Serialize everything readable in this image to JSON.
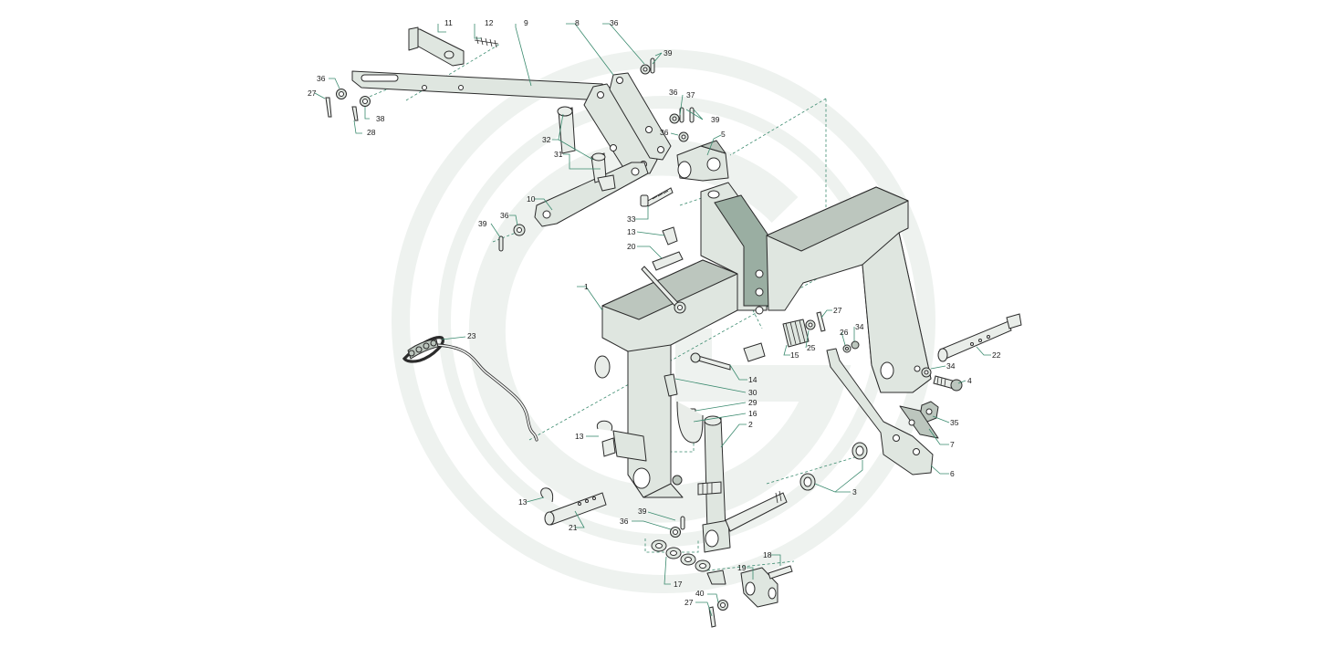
{
  "diagram": {
    "labels": [
      "1",
      "2",
      "3",
      "4",
      "5",
      "6",
      "7",
      "8",
      "9",
      "10",
      "11",
      "12",
      "13",
      "13",
      "13",
      "14",
      "15",
      "16",
      "17",
      "18",
      "19",
      "20",
      "21",
      "22",
      "23",
      "25",
      "26",
      "27",
      "27",
      "27",
      "28",
      "29",
      "30",
      "31",
      "32",
      "33",
      "34",
      "34",
      "35",
      "36",
      "36",
      "36",
      "36",
      "36",
      "36",
      "37",
      "38",
      "39",
      "39",
      "39",
      "39",
      "40"
    ],
    "colors": {
      "part_fill": "#dfe6e0",
      "part_shade": "#9aaea2",
      "outline": "#2b2b2b",
      "leader": "#3a8a6e",
      "watermark": "#eef2ef"
    }
  }
}
